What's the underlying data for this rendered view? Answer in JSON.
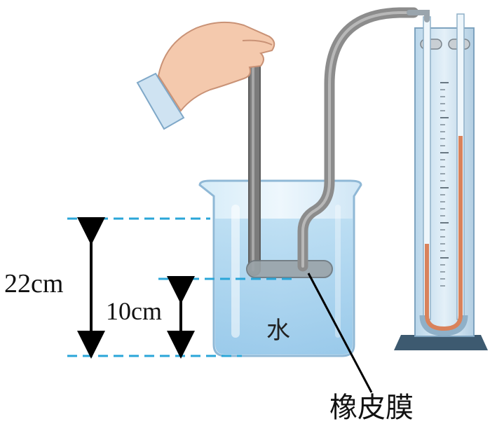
{
  "labels": {
    "depth_22": "22cm",
    "depth_10": "10cm",
    "water": "水",
    "membrane": "橡皮膜"
  },
  "icons": {
    "hand": "hand-icon",
    "beaker": "beaker-icon",
    "manometer": "u-tube-manometer-icon"
  },
  "colors": {
    "dashed_line": "#2aa6d8",
    "water": "#a9d3ee",
    "manometer_liquid": "#d9825b",
    "stand": "#3d5a70",
    "probe_tube": "#8a8a8a",
    "arrow": "#000000"
  }
}
